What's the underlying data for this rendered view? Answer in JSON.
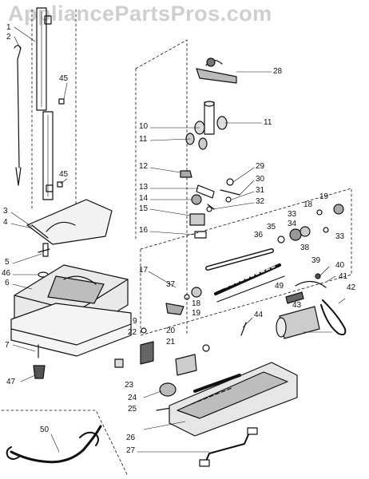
{
  "watermark": "AppliancePartsPros.com",
  "labels": {
    "l1": "1",
    "l2": "2",
    "l3": "3",
    "l4": "4",
    "l5": "5",
    "l6": "6",
    "l7": "7",
    "l9": "9",
    "l10": "10",
    "l11a": "11",
    "l11b": "11",
    "l12": "12",
    "l13": "13",
    "l14": "14",
    "l15": "15",
    "l16": "16",
    "l17": "17",
    "l18a": "18",
    "l18b": "18",
    "l19a": "19",
    "l19b": "19",
    "l20": "20",
    "l21": "21",
    "l22": "22",
    "l23": "23",
    "l24": "24",
    "l25": "25",
    "l26": "26",
    "l27": "27",
    "l28": "28",
    "l29": "29",
    "l30": "30",
    "l31": "31",
    "l32": "32",
    "l33a": "33",
    "l33b": "33",
    "l34": "34",
    "l35": "35",
    "l36": "36",
    "l37": "37",
    "l38": "38",
    "l39": "39",
    "l40": "40",
    "l41": "41",
    "l42": "42",
    "l43": "43",
    "l44": "44",
    "l45a": "45",
    "l45b": "45",
    "l46": "46",
    "l47": "47",
    "l49": "49",
    "l50": "50"
  }
}
